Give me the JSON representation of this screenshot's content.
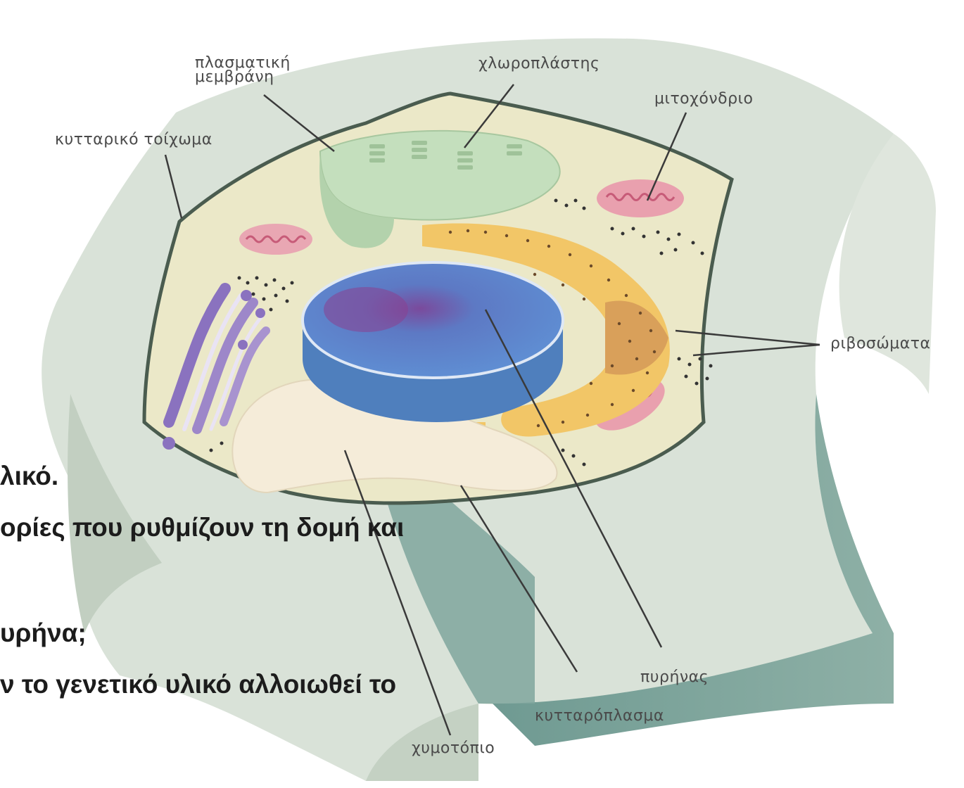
{
  "labels": {
    "plasma_membrane": "πλασματική\nμεμβράνη",
    "chloroplast": "χλωροπλάστης",
    "mitochondrion": "μιτοχόνδριο",
    "cell_wall": "κυτταρικό τοίχωμα",
    "ribosomes": "ριβοσώματα",
    "nucleus": "πυρήνας",
    "cytoplasm": "κυτταρόπλασμα",
    "vacuole": "χυμοτόπιο"
  },
  "overlay_text": [
    "λικό.",
    "ορίες που ρυθμίζουν τη δομή και",
    "υρήνα;",
    "ν το γενετικό υλικό αλλοιωθεί το"
  ],
  "colors": {
    "cell_wall": "#c9d4c9",
    "cytoplasm": "#ece9c9",
    "nucleus": "#5b86c9",
    "nucleolus": "#8a3f8f",
    "chloroplast": "#bcd9b4",
    "mitochondrion": "#e9a0ae",
    "er": "#f2c667",
    "golgi": "#9d87c9",
    "vacuole": "#f5ecd9"
  }
}
